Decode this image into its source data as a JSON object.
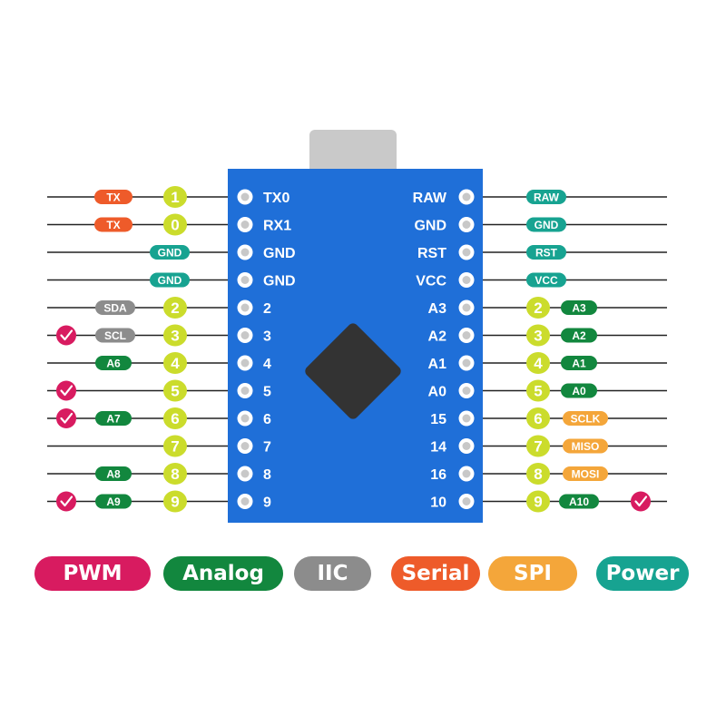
{
  "colors": {
    "pwm": "#d81b60",
    "analog": "#12873e",
    "iic": "#8c8c8c",
    "serial": "#ee5b2a",
    "spi": "#f4a63a",
    "power": "#17a391",
    "digital": "#cbdc2c",
    "board": "#1f6fd8",
    "usb": "#c9c9c9",
    "chip": "#333333"
  },
  "left_pins": [
    {
      "label": "TX0",
      "number": "1",
      "pwm": false,
      "analog": "",
      "iic": "",
      "serial": "TX",
      "power": ""
    },
    {
      "label": "RX1",
      "number": "0",
      "pwm": false,
      "analog": "",
      "iic": "",
      "serial": "TX",
      "power": ""
    },
    {
      "label": "GND",
      "number": "",
      "pwm": false,
      "analog": "",
      "iic": "",
      "serial": "",
      "power": "GND"
    },
    {
      "label": "GND",
      "number": "",
      "pwm": false,
      "analog": "",
      "iic": "",
      "serial": "",
      "power": "GND"
    },
    {
      "label": "2",
      "number": "2",
      "pwm": false,
      "analog": "",
      "iic": "SDA",
      "serial": "",
      "power": ""
    },
    {
      "label": "3",
      "number": "3",
      "pwm": true,
      "analog": "",
      "iic": "SCL",
      "serial": "",
      "power": ""
    },
    {
      "label": "4",
      "number": "4",
      "pwm": false,
      "analog": "A6",
      "iic": "",
      "serial": "",
      "power": ""
    },
    {
      "label": "5",
      "number": "5",
      "pwm": true,
      "analog": "",
      "iic": "",
      "serial": "",
      "power": ""
    },
    {
      "label": "6",
      "number": "6",
      "pwm": true,
      "analog": "A7",
      "iic": "",
      "serial": "",
      "power": ""
    },
    {
      "label": "7",
      "number": "7",
      "pwm": false,
      "analog": "",
      "iic": "",
      "serial": "",
      "power": ""
    },
    {
      "label": "8",
      "number": "8",
      "pwm": false,
      "analog": "A8",
      "iic": "",
      "serial": "",
      "power": ""
    },
    {
      "label": "9",
      "number": "9",
      "pwm": true,
      "analog": "A9",
      "iic": "",
      "serial": "",
      "power": ""
    }
  ],
  "right_pins": [
    {
      "label": "RAW",
      "number": "",
      "analog": "",
      "spi": "",
      "power": "RAW",
      "pwm": false
    },
    {
      "label": "GND",
      "number": "",
      "analog": "",
      "spi": "",
      "power": "GND",
      "pwm": false
    },
    {
      "label": "RST",
      "number": "",
      "analog": "",
      "spi": "",
      "power": "RST",
      "pwm": false
    },
    {
      "label": "VCC",
      "number": "",
      "analog": "",
      "spi": "",
      "power": "VCC",
      "pwm": false
    },
    {
      "label": "A3",
      "number": "2",
      "analog": "A3",
      "spi": "",
      "power": "",
      "pwm": false
    },
    {
      "label": "A2",
      "number": "3",
      "analog": "A2",
      "spi": "",
      "power": "",
      "pwm": false
    },
    {
      "label": "A1",
      "number": "4",
      "analog": "A1",
      "spi": "",
      "power": "",
      "pwm": false
    },
    {
      "label": "A0",
      "number": "5",
      "analog": "A0",
      "spi": "",
      "power": "",
      "pwm": false
    },
    {
      "label": "15",
      "number": "6",
      "analog": "",
      "spi": "SCLK",
      "power": "",
      "pwm": false
    },
    {
      "label": "14",
      "number": "7",
      "analog": "",
      "spi": "MISO",
      "power": "",
      "pwm": false
    },
    {
      "label": "16",
      "number": "8",
      "analog": "",
      "spi": "MOSI",
      "power": "",
      "pwm": false
    },
    {
      "label": "10",
      "number": "9",
      "analog": "A10",
      "spi": "",
      "power": "",
      "pwm": true
    }
  ],
  "legend": [
    {
      "label": "PWM",
      "color": "pwm"
    },
    {
      "label": "Analog",
      "color": "analog"
    },
    {
      "label": "IIC",
      "color": "iic"
    },
    {
      "label": "Serial",
      "color": "serial"
    },
    {
      "label": "SPI",
      "color": "spi"
    },
    {
      "label": "Power",
      "color": "power"
    }
  ]
}
